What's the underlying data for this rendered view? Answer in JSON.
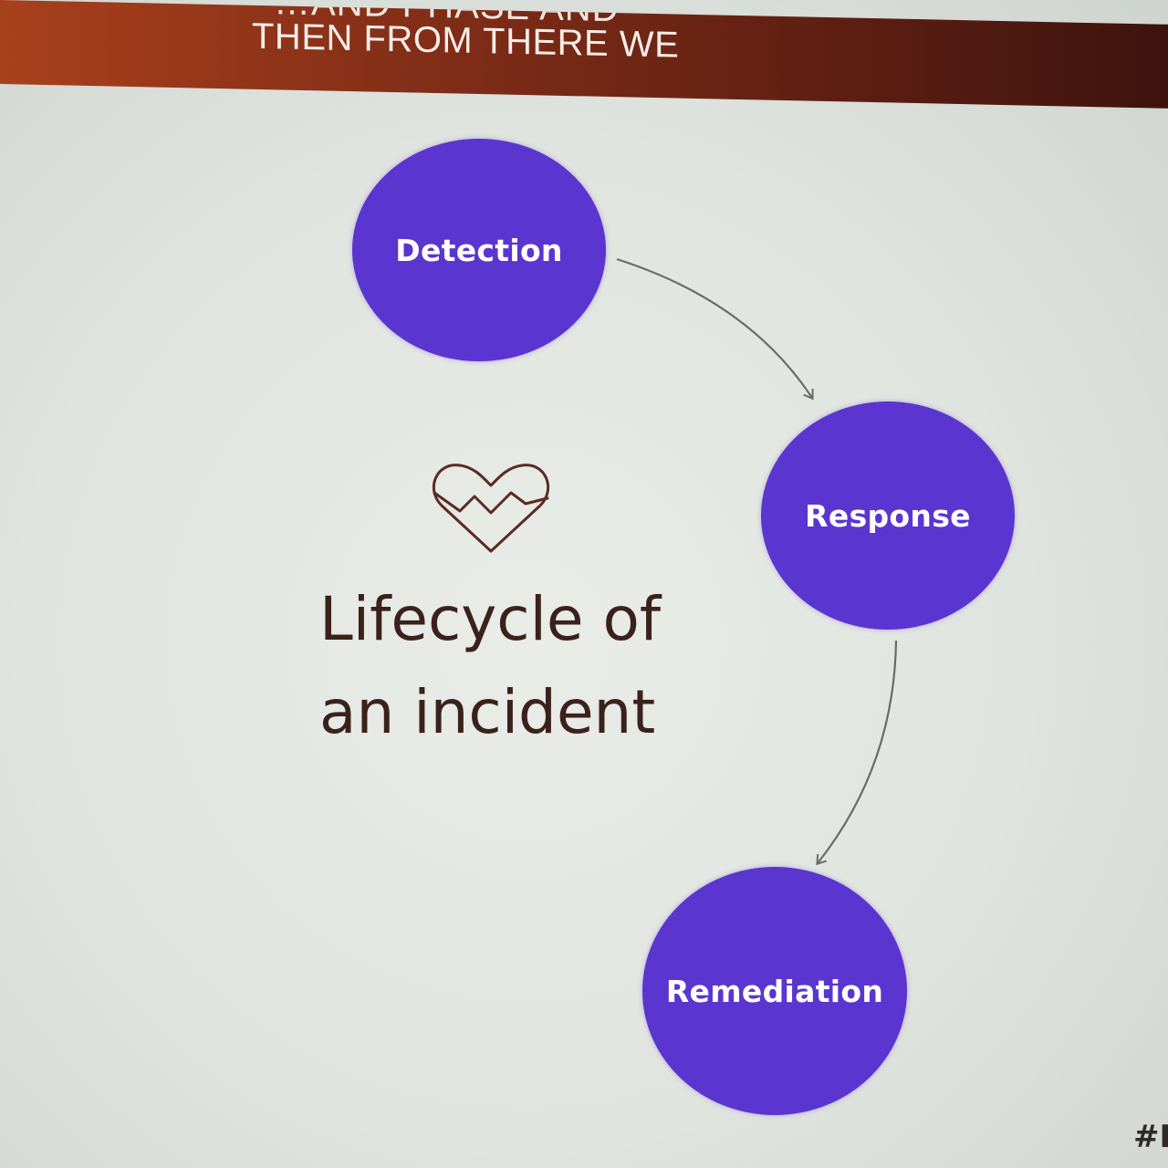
{
  "caption": {
    "previous_line": "…AND PHASE AND",
    "current_line": "THEN FROM THERE WE"
  },
  "diagram": {
    "title_line1": "Lifecycle of",
    "title_line2": "an incident",
    "icon": "heart-pulse-icon",
    "nodes": [
      {
        "id": "detection",
        "label": "Detection"
      },
      {
        "id": "response",
        "label": "Response"
      },
      {
        "id": "remediation",
        "label": "Remediation"
      }
    ],
    "edges": [
      {
        "from": "detection",
        "to": "response"
      },
      {
        "from": "response",
        "to": "remediation"
      }
    ]
  },
  "corner": {
    "hashtag": "#I"
  },
  "colors": {
    "node_fill": "#5b35cf",
    "title_text": "#3b211c",
    "caption_bar": "#7e2c17",
    "icon_stroke": "#5a2a24"
  }
}
